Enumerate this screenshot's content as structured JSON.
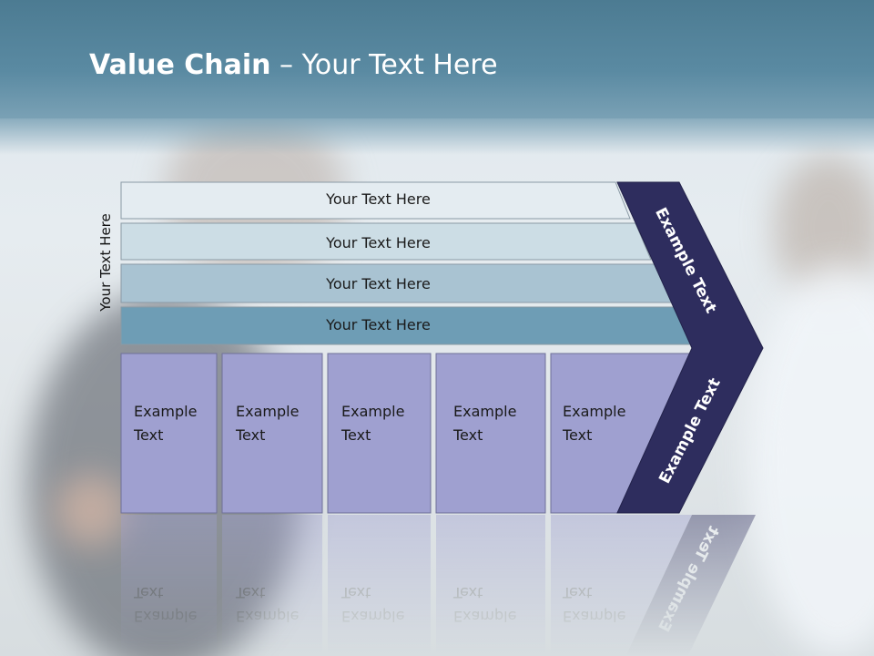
{
  "slide": {
    "title_bold": "Value Chain",
    "title_rest": " – Your Text Here",
    "side_label": "Your Text Here"
  },
  "bars": [
    {
      "text": "Your Text Here",
      "color": "#e4ecf1"
    },
    {
      "text": "Your Text Here",
      "color": "#ccdde5"
    },
    {
      "text": "Your Text Here",
      "color": "#a9c3d2"
    },
    {
      "text": "Your Text Here",
      "color": "#6e9db5"
    }
  ],
  "boxes": [
    {
      "text": "Example\nText"
    },
    {
      "text": "Example\nText"
    },
    {
      "text": "Example\nText"
    },
    {
      "text": "Example\nText"
    },
    {
      "text": "Example\nText"
    }
  ],
  "chevron": {
    "top_text": "Example Text",
    "bottom_text": "Example Text",
    "color": "#2e2d5e"
  },
  "colors": {
    "box_fill": "#9fa0d0",
    "title_bar": "#4c7b92"
  }
}
